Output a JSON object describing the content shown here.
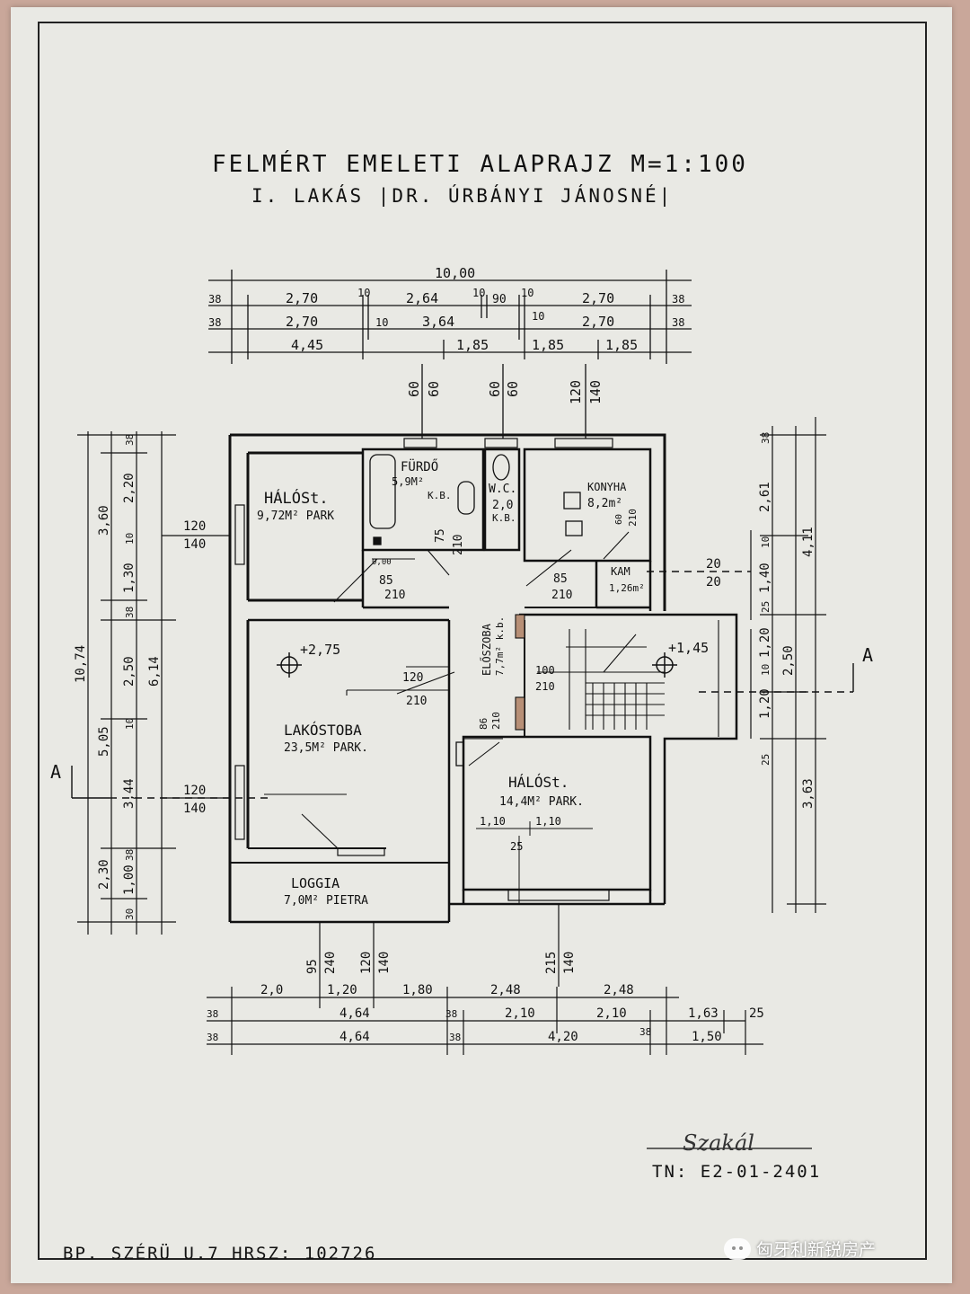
{
  "title": "FELMÉRT EMELETI ALAPRAJZ  M=1:100",
  "subtitle": "I. LAKÁS  |DR. ÚRBÁNYI JÁNOSNÉ|",
  "footer": "BP. SZÉRÜ  U.7  HRSZ: 102726",
  "signature": "Szakál",
  "drawing_number": "TN: E2-01-2401",
  "watermark": "匈牙利新锐房产",
  "rooms": {
    "halo1_name": "HÁLÓSt.",
    "halo1_area": "9,72M² PARK",
    "furdo_name": "FÜRDŐ",
    "furdo_area": "5,9M²",
    "furdo_floor": "K.B.",
    "wc_name": "W.C.",
    "wc_area": "2,0",
    "wc_floor": "K.B.",
    "konyha_name": "KONYHA",
    "konyha_area": "8,2m²",
    "kam_name": "KAM",
    "kam_area": "1,26m²",
    "eloszoba": "ELŐSZOBA",
    "eloszoba_area": "7,7m² k.b.",
    "lako_name": "LAKÓSTOBA",
    "lako_area": "23,5M² PARK.",
    "halo2_name": "HÁLÓSt.",
    "halo2_area": "14,4M² PARK.",
    "loggia_name": "LOGGIA",
    "loggia_area": "7,0M² PIETRA"
  },
  "levels": {
    "lako": "+2,75",
    "stair": "+1,45"
  },
  "section_label": "A",
  "dims": {
    "top_total": "10,00",
    "top_row1": [
      "38",
      "2,70",
      "10",
      "2,64",
      "10",
      "90",
      "10",
      "2,70",
      "38"
    ],
    "top_row2": [
      "38",
      "2,70",
      "10",
      "3,64",
      "10",
      "2,70",
      "38"
    ],
    "top_row3": [
      "4,45",
      "1,85",
      "1,85",
      "1,85"
    ],
    "top_openings": [
      "60",
      "60",
      "60",
      "60",
      "120",
      "140"
    ],
    "bottom_row1": [
      "2,0",
      "1,20",
      "1,80",
      "2,48",
      "2,48"
    ],
    "bottom_row2": [
      "38",
      "4,64",
      "38",
      "2,10",
      "2,10",
      "1,63",
      "25"
    ],
    "bottom_row3": [
      "38",
      "4,64",
      "38",
      "4,20",
      "38",
      "1,50"
    ],
    "bottom_openings": [
      "95",
      "240",
      "120",
      "140",
      "215",
      "140"
    ],
    "left_outer": [
      "10,74"
    ],
    "left_mid": [
      "3,60",
      "5,05",
      "2,30"
    ],
    "left_inner": [
      "38",
      "2,20",
      "10",
      "1,30",
      "38",
      "2,50",
      "10",
      "3,44",
      "38",
      "1,00",
      "30"
    ],
    "left_opening1": [
      "120",
      "140"
    ],
    "left_opening2": [
      "120",
      "140"
    ],
    "right_outer": [
      "4,11",
      "6,14",
      "3,63"
    ],
    "right_inner": [
      "38",
      "2,61",
      "10",
      "1,40",
      "25",
      "1,20",
      "10",
      "1,20",
      "25"
    ],
    "right_mid": [
      "2,50"
    ],
    "kam_dim": [
      "20",
      "20"
    ],
    "doors": [
      "75",
      "210",
      "85",
      "210",
      "85",
      "210",
      "120",
      "210",
      "100",
      "210",
      "86",
      "210",
      "60",
      "210"
    ],
    "bed2": [
      "1,10",
      "1,10",
      "25"
    ],
    "misc": [
      "0,00"
    ]
  },
  "colors": {
    "paper": "#e9e9e4",
    "ink": "#111111",
    "background": "#c9a79a"
  }
}
